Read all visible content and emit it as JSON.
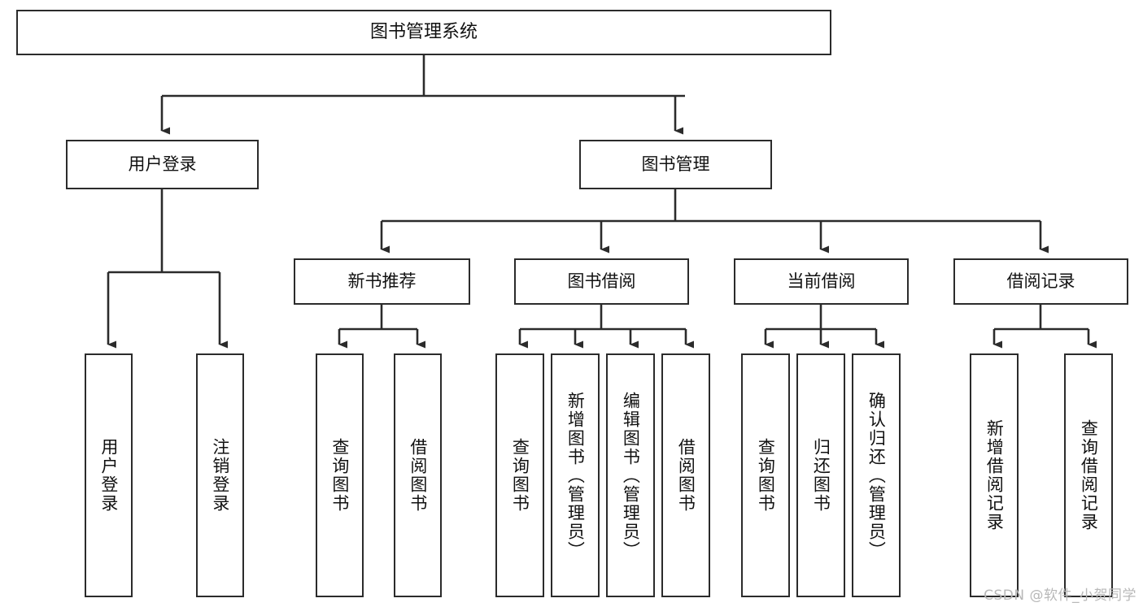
{
  "diagram": {
    "title": "图书管理系统",
    "type": "hierarchy-tree",
    "root": {
      "label": "图书管理系统"
    },
    "level2": [
      {
        "label": "用户登录"
      },
      {
        "label": "图书管理"
      }
    ],
    "level3": [
      {
        "label": "新书推荐"
      },
      {
        "label": "图书借阅"
      },
      {
        "label": "当前借阅"
      },
      {
        "label": "借阅记录"
      }
    ],
    "leaves": {
      "user_login": [
        {
          "label": "用户登录"
        },
        {
          "label": "注销登录"
        }
      ],
      "new_book_recommend": [
        {
          "label": "查询图书"
        },
        {
          "label": "借阅图书"
        }
      ],
      "book_borrow": [
        {
          "label": "查询图书"
        },
        {
          "label": "新增图书（管理员）"
        },
        {
          "label": "编辑图书（管理员）"
        },
        {
          "label": "借阅图书"
        }
      ],
      "current_borrow": [
        {
          "label": "查询图书"
        },
        {
          "label": "归还图书"
        },
        {
          "label": "确认归还（管理员）"
        }
      ],
      "borrow_record": [
        {
          "label": "新增借阅记录"
        },
        {
          "label": "查询借阅记录"
        }
      ]
    }
  },
  "watermark": {
    "text": "CSDN @软件_小贺同学"
  },
  "colors": {
    "stroke": "#2b2b2b",
    "fill": "#ffffff",
    "text": "#111111",
    "watermark": "#b8b8b8"
  }
}
